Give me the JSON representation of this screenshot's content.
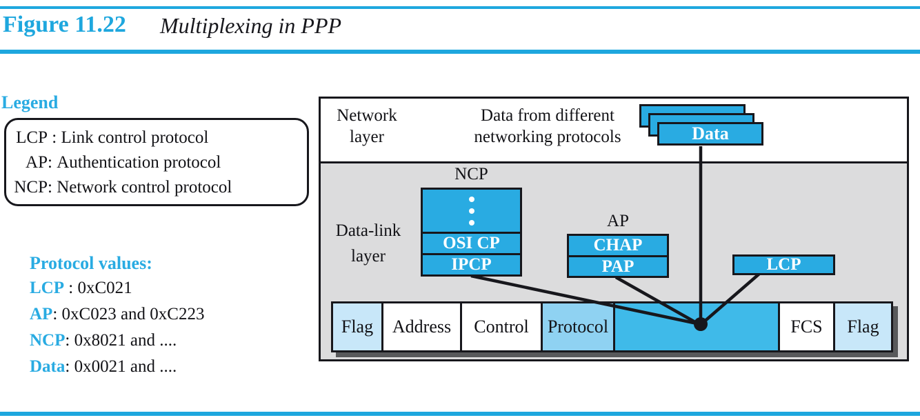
{
  "figure": {
    "label": "Figure 11.22",
    "title": "Multiplexing in PPP"
  },
  "legend": {
    "heading": "Legend",
    "items": [
      {
        "abbr": "LCP",
        "sep": " : ",
        "desc": "Link control protocol"
      },
      {
        "abbr": "AP",
        "sep": ": ",
        "desc": "Authentication protocol"
      },
      {
        "abbr": "NCP",
        "sep": ": ",
        "desc": "Network control protocol"
      }
    ]
  },
  "protocol_values": {
    "heading": "Protocol values:",
    "items": [
      {
        "abbr": "LCP",
        "sep": " : ",
        "value": "0xC021"
      },
      {
        "abbr": "AP",
        "sep": ": ",
        "value": "0xC023 and 0xC223"
      },
      {
        "abbr": "NCP",
        "sep": ": ",
        "value": "0x8021 and ...."
      },
      {
        "abbr": "Data",
        "sep": ": ",
        "value": "0x0021 and ...."
      }
    ]
  },
  "diagram": {
    "network_layer": {
      "line1": "Network",
      "line2": "layer"
    },
    "data_from": {
      "line1": "Data from different",
      "line2": "networking protocols"
    },
    "data_stack": {
      "label": "Data"
    },
    "datalink_layer": {
      "line1": "Data-link",
      "line2": "layer"
    },
    "ncp": {
      "label": "NCP",
      "rows": [
        "OSI CP",
        "IPCP"
      ]
    },
    "ap": {
      "label": "AP",
      "rows": [
        "CHAP",
        "PAP"
      ]
    },
    "lcp": {
      "label": "LCP"
    },
    "frame": {
      "cells": [
        {
          "label": "Flag"
        },
        {
          "label": "Address"
        },
        {
          "label": "Control"
        },
        {
          "label": "Protocol"
        },
        {
          "label": ""
        },
        {
          "label": "FCS"
        },
        {
          "label": "Flag"
        }
      ]
    }
  },
  "colors": {
    "accent_cyan": "#29abe2",
    "rule_cyan": "#1ea7de",
    "box_cyan": "#29abe2",
    "payload_cyan": "#3fbae9",
    "protocol_cell_blue": "#8fd2f2",
    "flag_cell_blue": "#c8e7f9",
    "gray_background": "#dcdcdd",
    "frame_shadow": "#58595b",
    "line_black": "#17171c"
  }
}
